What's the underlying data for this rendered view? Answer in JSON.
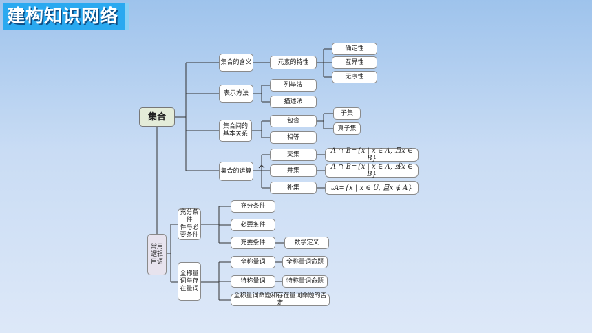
{
  "title": "建构知识网络",
  "root": {
    "label": "集合"
  },
  "level1": {
    "meaning": "集合的含义",
    "representation": "表示方法",
    "relations": "集合间的\n基本关系",
    "operations": "集合的运算"
  },
  "meaning_children": {
    "element_props": "元素的特性",
    "props": [
      "确定性",
      "互异性",
      "无序性"
    ]
  },
  "representation_children": [
    "列举法",
    "描述法"
  ],
  "relations_children": {
    "contain": "包含",
    "equal": "相等",
    "contain_children": [
      "子集",
      "真子集"
    ]
  },
  "operations_children": {
    "intersection": "交集",
    "union": "并集",
    "complement": "补集",
    "intersection_formula": "A ∩ B={x | x ∈ A, 且x ∈ B}",
    "union_formula": "A ∩ B={x | x ∈ A, 或x ∈ B}",
    "complement_formula": "ᵤA={x | x ∈ U, 且x ∉ A}"
  },
  "logic": {
    "root_label": "常用\n逻辑\n用语",
    "conditions": "充分条件\n件与必\n要条件",
    "condition_children": [
      "充分条件",
      "必要条件",
      "充要条件"
    ],
    "math_definition": "数学定义",
    "quantifiers": "全称量\n词与存\n在量词",
    "universal": "全称量词",
    "universal_prop": "全称量词命题",
    "existential": "特称量词",
    "existential_prop": "特称量词命题",
    "negation": "全称量词命题和存在量词命题的否定"
  }
}
